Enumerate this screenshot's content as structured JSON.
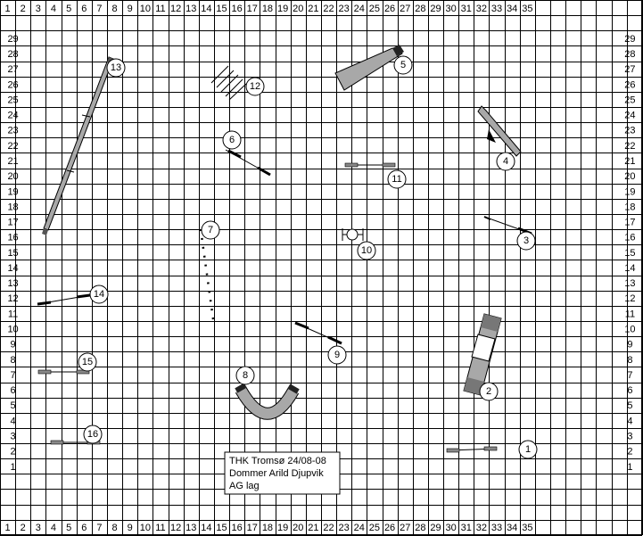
{
  "course": {
    "info_lines": [
      "THK  Tromsø 24/08-08",
      "Dommer Arild Djupvik",
      "AG lag"
    ],
    "x_labels": [
      "1",
      "2",
      "3",
      "4",
      "5",
      "6",
      "7",
      "8",
      "9",
      "10",
      "11",
      "12",
      "13",
      "14",
      "15",
      "16",
      "17",
      "18",
      "19",
      "20",
      "21",
      "22",
      "23",
      "24",
      "25",
      "26",
      "27",
      "28",
      "29",
      "30",
      "31",
      "32",
      "33",
      "34",
      "35"
    ],
    "y_labels": [
      "29",
      "28",
      "27",
      "26",
      "25",
      "24",
      "23",
      "22",
      "21",
      "20",
      "19",
      "18",
      "17",
      "16",
      "15",
      "14",
      "13",
      "12",
      "11",
      "10",
      "9",
      "8",
      "7",
      "6",
      "5",
      "4",
      "3",
      "2",
      "1"
    ],
    "obstacle_numbers": [
      "1",
      "2",
      "3",
      "4",
      "5",
      "6",
      "7",
      "8",
      "9",
      "10",
      "11",
      "12",
      "13",
      "14",
      "15",
      "16"
    ]
  }
}
